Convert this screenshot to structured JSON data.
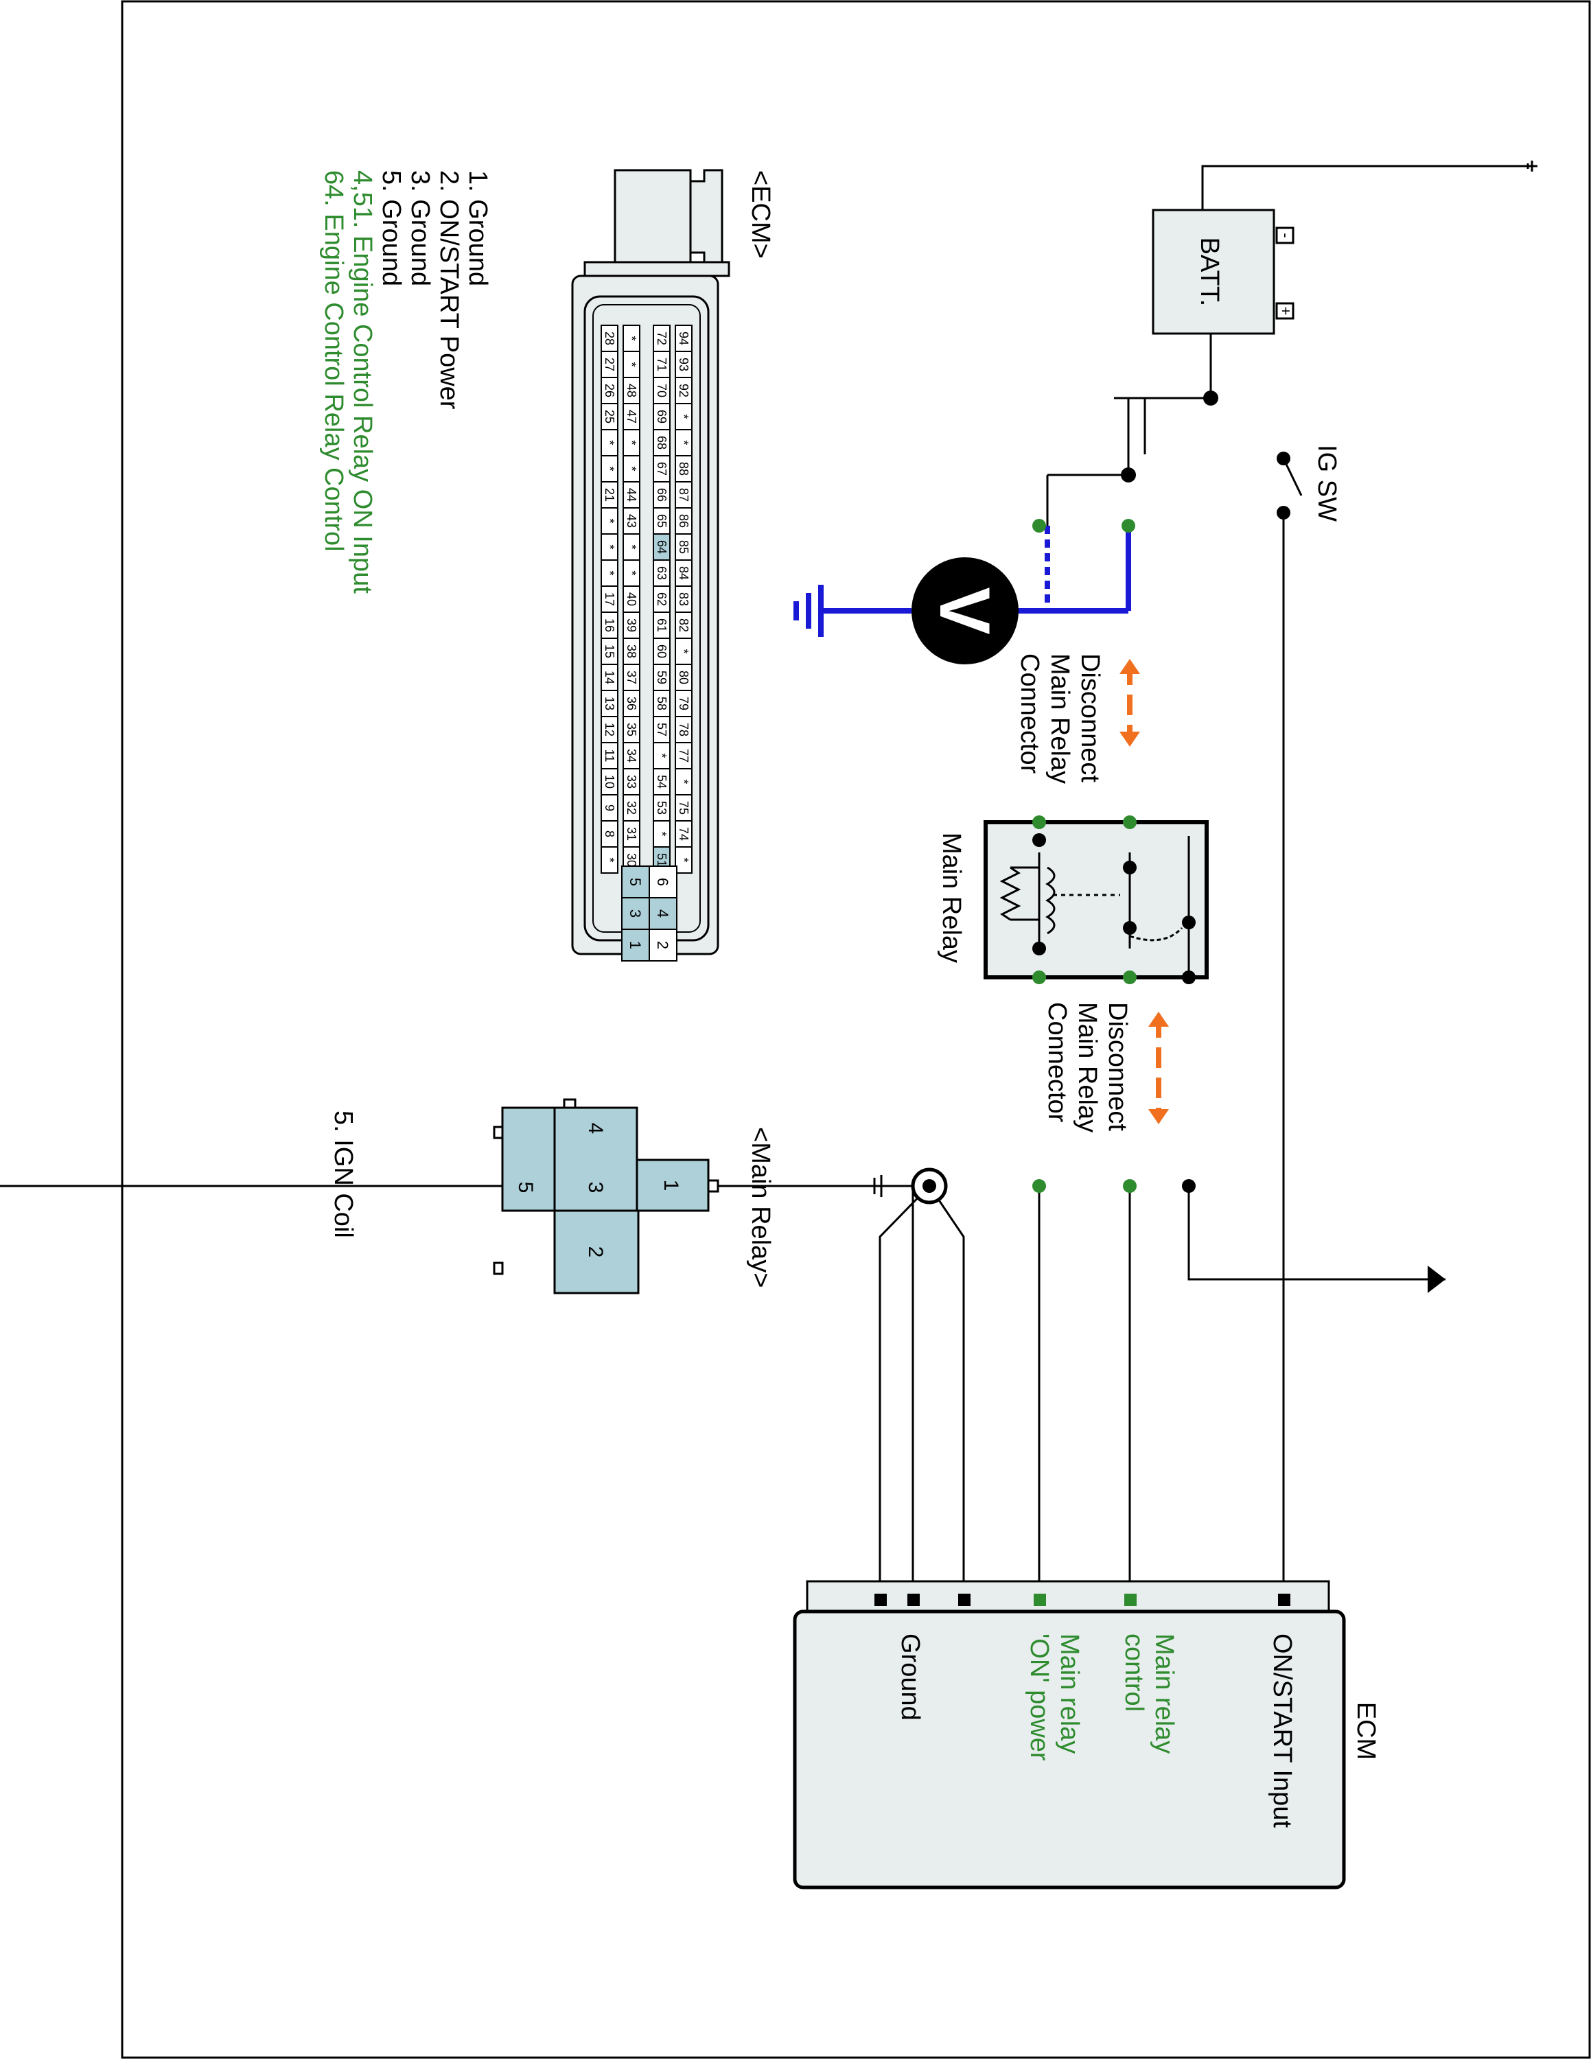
{
  "labels": {
    "batt": "BATT.",
    "batt_minus": "-",
    "batt_plus": "+",
    "ig_sw": "IG SW",
    "voltmeter": "V",
    "main_relay": "Main Relay",
    "disconnect_connector_lines": [
      "Disconnect",
      "Main Relay",
      "Connector"
    ],
    "ecm_connector_title": "<ECM>",
    "main_relay_connector_title": "<Main Relay>",
    "ecm_block": {
      "title": "ECM",
      "on_start_input": "ON/START Input",
      "main_relay_control": [
        "Main relay",
        "control"
      ],
      "main_relay_on_power": [
        "Main relay",
        "'ON' power"
      ],
      "ground": "Ground"
    }
  },
  "ecm_pin_legend": [
    {
      "text": "1. Ground",
      "highlight": false
    },
    {
      "text": "2. ON/START Power",
      "highlight": false
    },
    {
      "text": "3. Ground",
      "highlight": false
    },
    {
      "text": "5. Ground",
      "highlight": false
    },
    {
      "text": "4,51. Engine Control Relay ON Input",
      "highlight": true
    },
    {
      "text": "64. Engine Control Relay Control",
      "highlight": true
    }
  ],
  "main_relay_pin_legend": [
    {
      "text": "5. IGN Coil",
      "highlight": false
    }
  ],
  "ecm_connector_rows": [
    [
      "94",
      "93",
      "92",
      "*",
      "*",
      "88",
      "87",
      "86",
      "85",
      "84",
      "83",
      "82",
      "*",
      "80",
      "79",
      "78",
      "77",
      "*",
      "75",
      "74",
      "*"
    ],
    [
      "72",
      "71",
      "70",
      "69",
      "68",
      "67",
      "66",
      "65",
      "64",
      "63",
      "62",
      "61",
      "60",
      "59",
      "58",
      "57",
      "*",
      "54",
      "53",
      "*",
      "51"
    ],
    [
      "*",
      "*",
      "48",
      "47",
      "*",
      "*",
      "44",
      "43",
      "*",
      "*",
      "40",
      "39",
      "38",
      "37",
      "36",
      "35",
      "34",
      "33",
      "32",
      "31",
      "30",
      "*"
    ],
    [
      "28",
      "27",
      "26",
      "25",
      "*",
      "*",
      "21",
      "*",
      "*",
      "*",
      "17",
      "16",
      "15",
      "14",
      "13",
      "12",
      "11",
      "10",
      "9",
      "8",
      "*"
    ]
  ],
  "ecm_connector_highlight_pins": [
    "64",
    "51"
  ],
  "ecm_small_block": [
    [
      "6",
      "5"
    ],
    [
      "4",
      "3"
    ],
    [
      "2",
      "1"
    ]
  ],
  "ecm_small_block_highlight": [
    "5",
    "4",
    "3",
    "1"
  ],
  "main_relay_connector_pins": [
    "1",
    "2",
    "3",
    "4",
    "5"
  ],
  "colors": {
    "wire": "#000000",
    "measure_wire": "#1a1ad6",
    "test_point": "#2e8b2e",
    "highlight_text": "#2e8b2e",
    "disconnect_arrow": "#f07020",
    "connector_fill": "#aed0d8",
    "component_fill": "#e8eeee"
  },
  "icons": [
    "ground-icon",
    "battery-icon",
    "switch-icon",
    "voltmeter-icon",
    "relay-coil-icon",
    "resistor-icon",
    "arrow-icon"
  ]
}
